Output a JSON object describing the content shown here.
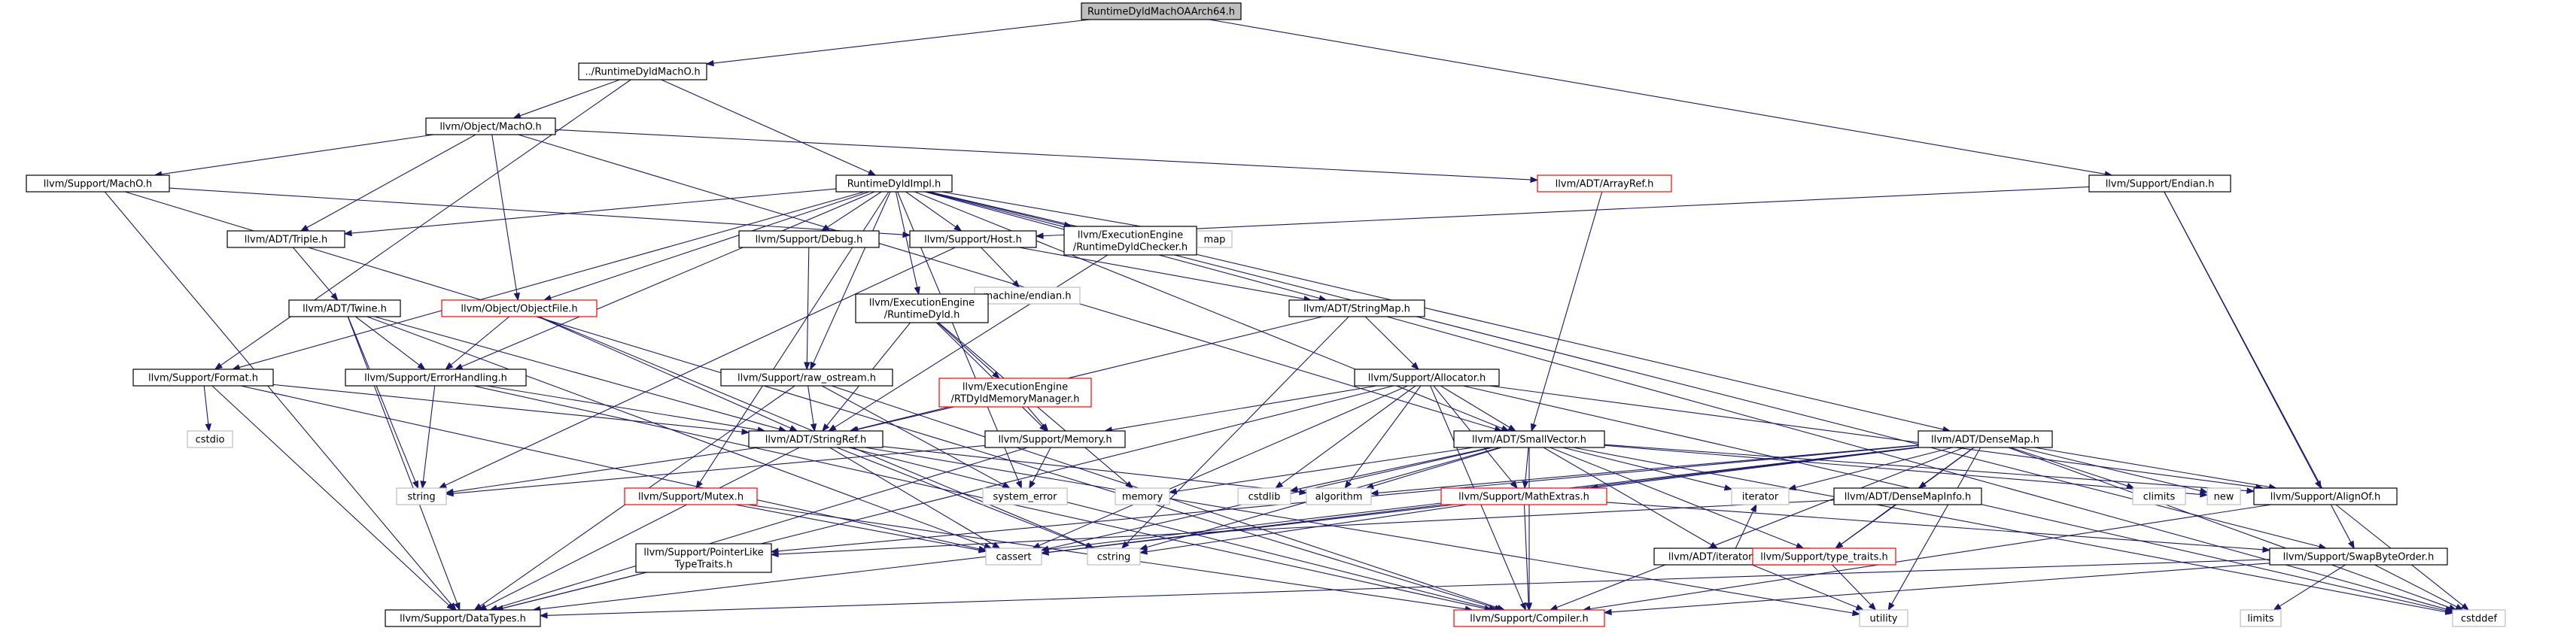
{
  "diagram": {
    "type": "include-dependency-graph",
    "colors": {
      "edge": "#191970",
      "root_fill": "#bfbfbf",
      "missing_border": "#ff0000",
      "external_border": "#bfbfbf"
    },
    "nodes": [
      {
        "id": "root",
        "label": [
          "RuntimeDyldMachOAArch64.h"
        ],
        "style": "root"
      },
      {
        "id": "rdmacho",
        "label": [
          "../RuntimeDyldMachO.h"
        ],
        "style": "normal"
      },
      {
        "id": "objmacho",
        "label": [
          "llvm/Object/MachO.h"
        ],
        "style": "normal"
      },
      {
        "id": "suppmacho",
        "label": [
          "llvm/Support/MachO.h"
        ],
        "style": "normal"
      },
      {
        "id": "rdimpl",
        "label": [
          "RuntimeDyldImpl.h"
        ],
        "style": "normal"
      },
      {
        "id": "arrayref",
        "label": [
          "llvm/ADT/ArrayRef.h"
        ],
        "style": "red"
      },
      {
        "id": "endian",
        "label": [
          "llvm/Support/Endian.h"
        ],
        "style": "normal"
      },
      {
        "id": "triple",
        "label": [
          "llvm/ADT/Triple.h"
        ],
        "style": "normal"
      },
      {
        "id": "objfile",
        "label": [
          "llvm/Object/ObjectFile.h"
        ],
        "style": "red"
      },
      {
        "id": "debug",
        "label": [
          "llvm/Support/Debug.h"
        ],
        "style": "normal"
      },
      {
        "id": "host",
        "label": [
          "llvm/Support/Host.h"
        ],
        "style": "normal"
      },
      {
        "id": "checker",
        "label": [
          "llvm/ExecutionEngine",
          "/RuntimeDyldChecker.h"
        ],
        "style": "normal"
      },
      {
        "id": "map",
        "label": [
          "map"
        ],
        "style": "ext"
      },
      {
        "id": "twine",
        "label": [
          "llvm/ADT/Twine.h"
        ],
        "style": "normal"
      },
      {
        "id": "machendian",
        "label": [
          "machine/endian.h"
        ],
        "style": "ext"
      },
      {
        "id": "ee_rdyld",
        "label": [
          "llvm/ExecutionEngine",
          "/RuntimeDyld.h"
        ],
        "style": "normal"
      },
      {
        "id": "strmap",
        "label": [
          "llvm/ADT/StringMap.h"
        ],
        "style": "normal"
      },
      {
        "id": "format",
        "label": [
          "llvm/Support/Format.h"
        ],
        "style": "normal"
      },
      {
        "id": "errh",
        "label": [
          "llvm/Support/ErrorHandling.h"
        ],
        "style": "normal"
      },
      {
        "id": "rawos",
        "label": [
          "llvm/Support/raw_ostream.h"
        ],
        "style": "normal"
      },
      {
        "id": "rtmm",
        "label": [
          "llvm/ExecutionEngine",
          "/RTDyldMemoryManager.h"
        ],
        "style": "red"
      },
      {
        "id": "alloc",
        "label": [
          "llvm/Support/Allocator.h"
        ],
        "style": "normal"
      },
      {
        "id": "cstdio",
        "label": [
          "cstdio"
        ],
        "style": "ext"
      },
      {
        "id": "strref",
        "label": [
          "llvm/ADT/StringRef.h"
        ],
        "style": "normal"
      },
      {
        "id": "memory_h",
        "label": [
          "llvm/Support/Memory.h"
        ],
        "style": "normal"
      },
      {
        "id": "smallvec",
        "label": [
          "llvm/ADT/SmallVector.h"
        ],
        "style": "normal"
      },
      {
        "id": "densemap",
        "label": [
          "llvm/ADT/DenseMap.h"
        ],
        "style": "normal"
      },
      {
        "id": "string",
        "label": [
          "string"
        ],
        "style": "ext"
      },
      {
        "id": "mutex",
        "label": [
          "llvm/Support/Mutex.h"
        ],
        "style": "red"
      },
      {
        "id": "syserr",
        "label": [
          "system_error"
        ],
        "style": "ext"
      },
      {
        "id": "memory",
        "label": [
          "memory"
        ],
        "style": "ext"
      },
      {
        "id": "cstdlib",
        "label": [
          "cstdlib"
        ],
        "style": "ext"
      },
      {
        "id": "algorithm",
        "label": [
          "algorithm"
        ],
        "style": "ext"
      },
      {
        "id": "mathext",
        "label": [
          "llvm/Support/MathExtras.h"
        ],
        "style": "red"
      },
      {
        "id": "iterator",
        "label": [
          "iterator"
        ],
        "style": "ext"
      },
      {
        "id": "dmapinfo",
        "label": [
          "llvm/ADT/DenseMapInfo.h"
        ],
        "style": "normal"
      },
      {
        "id": "climits",
        "label": [
          "climits"
        ],
        "style": "ext"
      },
      {
        "id": "new",
        "label": [
          "new"
        ],
        "style": "ext"
      },
      {
        "id": "alignof",
        "label": [
          "llvm/Support/AlignOf.h"
        ],
        "style": "normal"
      },
      {
        "id": "ptrlike",
        "label": [
          "llvm/Support/PointerLike",
          "TypeTraits.h"
        ],
        "style": "normal"
      },
      {
        "id": "cassert",
        "label": [
          "cassert"
        ],
        "style": "ext"
      },
      {
        "id": "cstring",
        "label": [
          "cstring"
        ],
        "style": "ext"
      },
      {
        "id": "iterrange",
        "label": [
          "llvm/ADT/iterator_range.h"
        ],
        "style": "normal"
      },
      {
        "id": "typetraits",
        "label": [
          "llvm/Support/type_traits.h"
        ],
        "style": "red"
      },
      {
        "id": "swapbyte",
        "label": [
          "llvm/Support/SwapByteOrder.h"
        ],
        "style": "normal"
      },
      {
        "id": "datatypes",
        "label": [
          "llvm/Support/DataTypes.h"
        ],
        "style": "normal"
      },
      {
        "id": "compiler",
        "label": [
          "llvm/Support/Compiler.h"
        ],
        "style": "red"
      },
      {
        "id": "utility",
        "label": [
          "utility"
        ],
        "style": "ext"
      },
      {
        "id": "limits",
        "label": [
          "limits"
        ],
        "style": "ext"
      },
      {
        "id": "cstddef",
        "label": [
          "cstddef"
        ],
        "style": "ext"
      }
    ],
    "edges": [
      [
        "root",
        "rdmacho"
      ],
      [
        "root",
        "endian"
      ],
      [
        "rdmacho",
        "objmacho"
      ],
      [
        "rdmacho",
        "rdimpl"
      ],
      [
        "rdmacho",
        "format"
      ],
      [
        "objmacho",
        "suppmacho"
      ],
      [
        "objmacho",
        "triple"
      ],
      [
        "objmacho",
        "objfile"
      ],
      [
        "objmacho",
        "arrayref"
      ],
      [
        "objmacho",
        "smallvec"
      ],
      [
        "suppmacho",
        "host"
      ],
      [
        "suppmacho",
        "datatypes"
      ],
      [
        "suppmacho",
        "compiler"
      ],
      [
        "arrayref",
        "smallvec"
      ],
      [
        "endian",
        "host"
      ],
      [
        "endian",
        "alignof"
      ],
      [
        "endian",
        "swapbyte"
      ],
      [
        "rdimpl",
        "triple"
      ],
      [
        "rdimpl",
        "objfile"
      ],
      [
        "rdimpl",
        "debug"
      ],
      [
        "rdimpl",
        "host"
      ],
      [
        "rdimpl",
        "checker"
      ],
      [
        "rdimpl",
        "map"
      ],
      [
        "rdimpl",
        "ee_rdyld"
      ],
      [
        "rdimpl",
        "strmap"
      ],
      [
        "rdimpl",
        "format"
      ],
      [
        "rdimpl",
        "errh"
      ],
      [
        "rdimpl",
        "rawos"
      ],
      [
        "rdimpl",
        "mutex"
      ],
      [
        "rdimpl",
        "smallvec"
      ],
      [
        "rdimpl",
        "densemap"
      ],
      [
        "rdimpl",
        "syserr"
      ],
      [
        "rdimpl",
        "swapbyte"
      ],
      [
        "triple",
        "twine"
      ],
      [
        "twine",
        "errh"
      ],
      [
        "twine",
        "strref"
      ],
      [
        "twine",
        "string"
      ],
      [
        "twine",
        "cassert"
      ],
      [
        "twine",
        "datatypes"
      ],
      [
        "objfile",
        "errh"
      ],
      [
        "objfile",
        "strref"
      ],
      [
        "objfile",
        "cstring"
      ],
      [
        "debug",
        "rawos"
      ],
      [
        "host",
        "machendian"
      ],
      [
        "host",
        "strmap"
      ],
      [
        "host",
        "string"
      ],
      [
        "checker",
        "strref"
      ],
      [
        "ee_rdyld",
        "rtmm"
      ],
      [
        "ee_rdyld",
        "memory_h"
      ],
      [
        "ee_rdyld",
        "strref"
      ],
      [
        "ee_rdyld",
        "memory"
      ],
      [
        "rtmm",
        "memory_h"
      ],
      [
        "rtmm",
        "strref"
      ],
      [
        "strmap",
        "strref"
      ],
      [
        "strmap",
        "alloc"
      ],
      [
        "strmap",
        "cstring"
      ],
      [
        "strmap",
        "cstddef"
      ],
      [
        "format",
        "strref"
      ],
      [
        "format",
        "cstdio"
      ],
      [
        "format",
        "datatypes"
      ],
      [
        "format",
        "cassert"
      ],
      [
        "errh",
        "strref"
      ],
      [
        "errh",
        "string"
      ],
      [
        "errh",
        "compiler"
      ],
      [
        "rawos",
        "strref"
      ],
      [
        "rawos",
        "syserr"
      ],
      [
        "rawos",
        "compiler"
      ],
      [
        "rawos",
        "datatypes"
      ],
      [
        "alloc",
        "smallvec"
      ],
      [
        "alloc",
        "alignof"
      ],
      [
        "alloc",
        "datatypes"
      ],
      [
        "alloc",
        "mathext"
      ],
      [
        "alloc",
        "memory_h"
      ],
      [
        "alloc",
        "cstdlib"
      ],
      [
        "alloc",
        "algorithm"
      ],
      [
        "alloc",
        "cassert"
      ],
      [
        "alloc",
        "cstddef"
      ],
      [
        "alloc",
        "compiler"
      ],
      [
        "strref",
        "string"
      ],
      [
        "strref",
        "algorithm"
      ],
      [
        "strref",
        "cassert"
      ],
      [
        "strref",
        "cstring"
      ],
      [
        "strref",
        "utility"
      ],
      [
        "strref",
        "compiler"
      ],
      [
        "strref",
        "datatypes"
      ],
      [
        "memory_h",
        "datatypes"
      ],
      [
        "memory_h",
        "string"
      ],
      [
        "memory_h",
        "syserr"
      ],
      [
        "smallvec",
        "alignof"
      ],
      [
        "smallvec",
        "mathext"
      ],
      [
        "smallvec",
        "memory"
      ],
      [
        "smallvec",
        "cstdlib"
      ],
      [
        "smallvec",
        "algorithm"
      ],
      [
        "smallvec",
        "iterator"
      ],
      [
        "smallvec",
        "iterrange"
      ],
      [
        "smallvec",
        "typetraits"
      ],
      [
        "smallvec",
        "cassert"
      ],
      [
        "smallvec",
        "cstring"
      ],
      [
        "smallvec",
        "cstddef"
      ],
      [
        "smallvec",
        "new"
      ],
      [
        "smallvec",
        "compiler"
      ],
      [
        "densemap",
        "dmapinfo"
      ],
      [
        "densemap",
        "alignof"
      ],
      [
        "densemap",
        "mathext"
      ],
      [
        "densemap",
        "ptrlike"
      ],
      [
        "densemap",
        "typetraits"
      ],
      [
        "densemap",
        "iterator"
      ],
      [
        "densemap",
        "climits"
      ],
      [
        "densemap",
        "new"
      ],
      [
        "densemap",
        "algorithm"
      ],
      [
        "densemap",
        "cassert"
      ],
      [
        "densemap",
        "cstddef"
      ],
      [
        "densemap",
        "utility"
      ],
      [
        "densemap",
        "compiler"
      ],
      [
        "densemap",
        "datatypes"
      ],
      [
        "mutex",
        "compiler"
      ],
      [
        "mutex",
        "cassert"
      ],
      [
        "mathext",
        "compiler"
      ],
      [
        "mathext",
        "swapbyte"
      ],
      [
        "mathext",
        "cassert"
      ],
      [
        "mathext",
        "cstring"
      ],
      [
        "dmapinfo",
        "ptrlike"
      ],
      [
        "dmapinfo",
        "typetraits"
      ],
      [
        "alignof",
        "compiler"
      ],
      [
        "alignof",
        "cstddef"
      ],
      [
        "ptrlike",
        "datatypes"
      ],
      [
        "iterrange",
        "utility"
      ],
      [
        "iterrange",
        "iterator"
      ],
      [
        "typetraits",
        "utility"
      ],
      [
        "swapbyte",
        "compiler"
      ],
      [
        "swapbyte",
        "datatypes"
      ],
      [
        "swapbyte",
        "cstddef"
      ],
      [
        "swapbyte",
        "limits"
      ]
    ]
  }
}
